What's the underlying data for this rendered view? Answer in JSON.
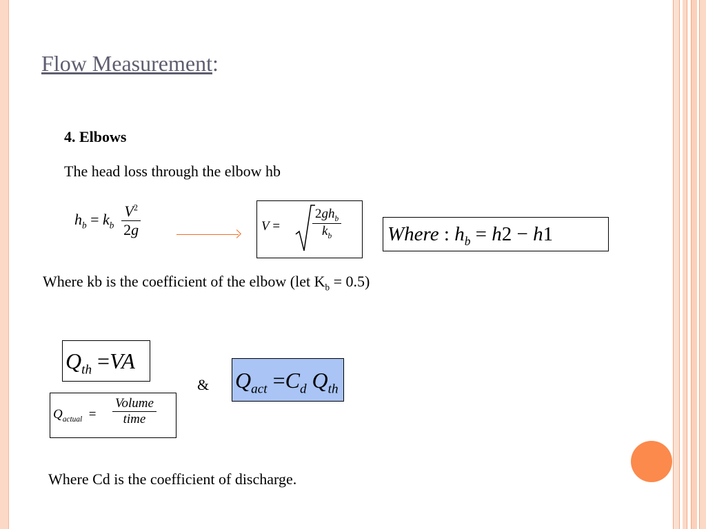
{
  "slide": {
    "title": "Flow Measurement",
    "title_suffix": ":",
    "subheading": "4. Elbows",
    "line1": "The head loss through the elbow  hb",
    "line2_before": "Where kb is the coefficient of the elbow (let K",
    "line2_sub": "b",
    "line2_after": " = 0.5)",
    "ampersand": "&",
    "line3": "Where Cd is the coefficient of discharge."
  },
  "colors": {
    "title": "#5e5e70",
    "accent_orange": "#fb8a4c",
    "arrow": "#f26d21",
    "highlight_box": "#a9c4f5"
  }
}
